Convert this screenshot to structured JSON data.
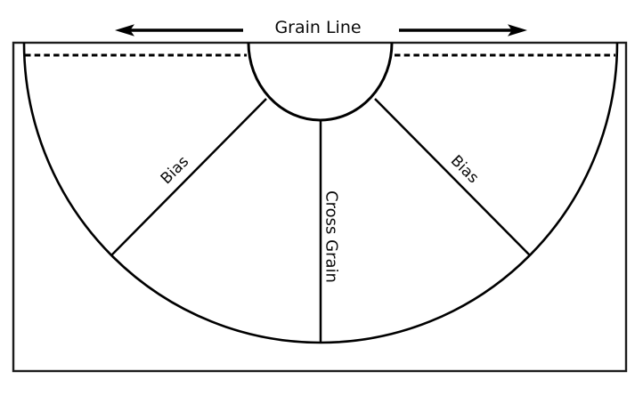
{
  "diagram": {
    "type": "sewing-pattern-grainline-diagram",
    "labels": {
      "grain_line": "Grain Line",
      "bias_left": "Bias",
      "bias_right": "Bias",
      "cross_grain": "Cross Grain"
    },
    "colors": {
      "line": "#000000",
      "border": "#1c1c1c",
      "background": "#ffffff",
      "text": "#0a0a0a"
    }
  }
}
